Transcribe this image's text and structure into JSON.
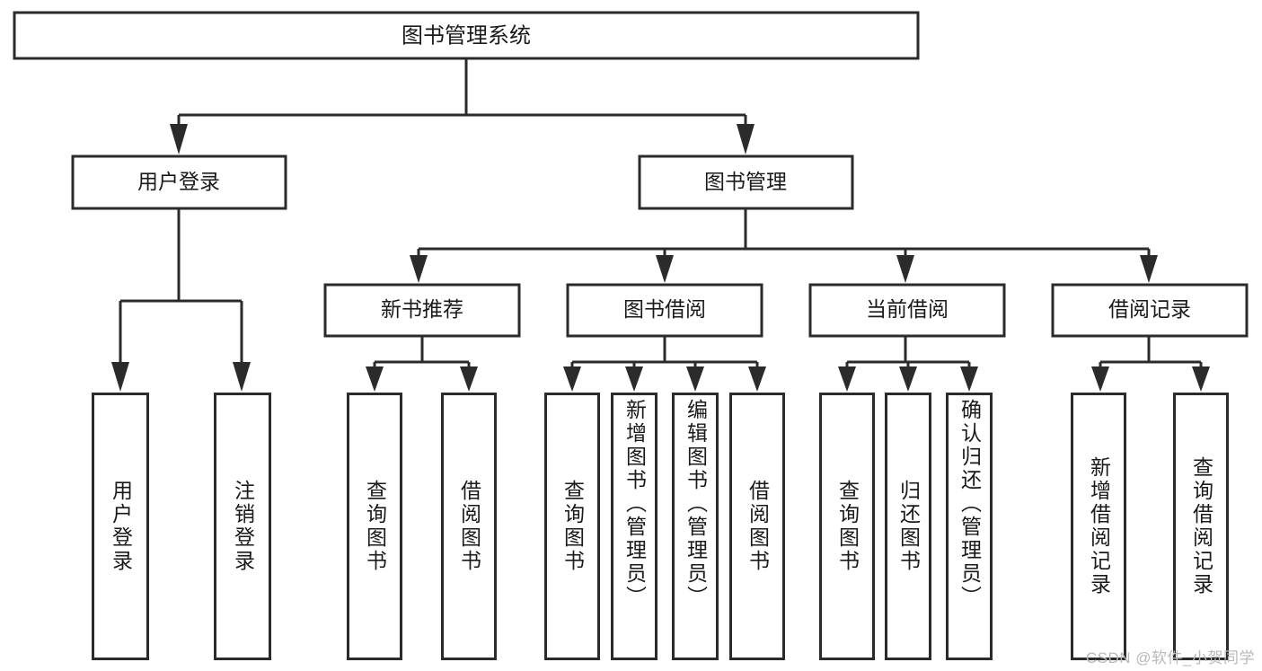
{
  "diagram": {
    "type": "tree-hierarchy",
    "title": "图书管理系统",
    "watermark": "CSDN @软件_小贺同学",
    "colors": {
      "stroke": "#2b2b2b",
      "fill": "#ffffff",
      "text": "#1a1a1a",
      "watermark": "#b9b9b9",
      "background": "#ffffff"
    },
    "levels": {
      "root": {
        "label": "图书管理系统"
      },
      "level2": [
        {
          "label": "用户登录"
        },
        {
          "label": "图书管理"
        }
      ],
      "level3": [
        {
          "label": "新书推荐"
        },
        {
          "label": "图书借阅"
        },
        {
          "label": "当前借阅"
        },
        {
          "label": "借阅记录"
        }
      ],
      "leaves": [
        {
          "label": "用户登录",
          "parent": "用户登录"
        },
        {
          "label": "注销登录",
          "parent": "用户登录"
        },
        {
          "label": "查询图书",
          "parent": "新书推荐"
        },
        {
          "label": "借阅图书",
          "parent": "新书推荐"
        },
        {
          "label": "查询图书",
          "parent": "图书借阅"
        },
        {
          "label": "新增图书（管理员）",
          "parent": "图书借阅"
        },
        {
          "label": "编辑图书（管理员）",
          "parent": "图书借阅"
        },
        {
          "label": "借阅图书",
          "parent": "图书借阅"
        },
        {
          "label": "查询图书",
          "parent": "当前借阅"
        },
        {
          "label": "归还图书",
          "parent": "当前借阅"
        },
        {
          "label": "确认归还（管理员）",
          "parent": "当前借阅"
        },
        {
          "label": "新增借阅记录",
          "parent": "借阅记录"
        },
        {
          "label": "查询借阅记录",
          "parent": "借阅记录"
        }
      ]
    },
    "edges": [
      {
        "from": "图书管理系统",
        "to": "用户登录"
      },
      {
        "from": "图书管理系统",
        "to": "图书管理"
      },
      {
        "from": "用户登录",
        "to": "用户登录"
      },
      {
        "from": "用户登录",
        "to": "注销登录"
      },
      {
        "from": "图书管理",
        "to": "新书推荐"
      },
      {
        "from": "图书管理",
        "to": "图书借阅"
      },
      {
        "from": "图书管理",
        "to": "当前借阅"
      },
      {
        "from": "图书管理",
        "to": "借阅记录"
      },
      {
        "from": "新书推荐",
        "to": "查询图书"
      },
      {
        "from": "新书推荐",
        "to": "借阅图书"
      },
      {
        "from": "图书借阅",
        "to": "查询图书"
      },
      {
        "from": "图书借阅",
        "to": "新增图书（管理员）"
      },
      {
        "from": "图书借阅",
        "to": "编辑图书（管理员）"
      },
      {
        "from": "图书借阅",
        "to": "借阅图书"
      },
      {
        "from": "当前借阅",
        "to": "查询图书"
      },
      {
        "from": "当前借阅",
        "to": "归还图书"
      },
      {
        "from": "当前借阅",
        "to": "确认归还（管理员）"
      },
      {
        "from": "借阅记录",
        "to": "新增借阅记录"
      },
      {
        "from": "借阅记录",
        "to": "查询借阅记录"
      }
    ]
  }
}
